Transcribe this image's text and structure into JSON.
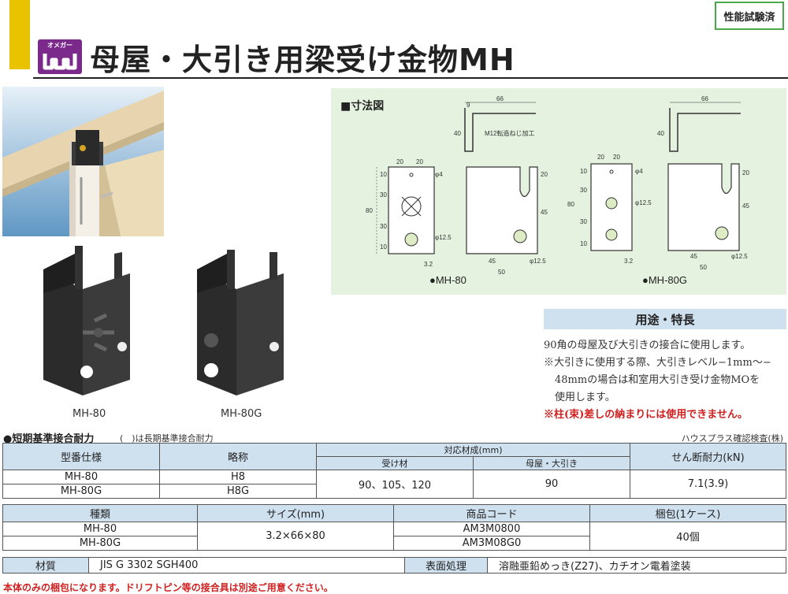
{
  "badge": "性能試験済",
  "logo": {
    "small_text": "オメガー"
  },
  "title": "母屋・大引き用梁受け金物MH",
  "products": [
    {
      "label": "MH-80"
    },
    {
      "label": "MH-80G"
    }
  ],
  "dimensions": {
    "heading": "■寸法図",
    "labels": {
      "d66": "66",
      "d9": "9",
      "d40": "40",
      "m12": "M12転造ねじ加工",
      "d20": "20",
      "phi4": "φ4",
      "d10": "10",
      "d30": "30",
      "d80": "80",
      "phi125": "φ12.5",
      "d32": "3.2",
      "d45": "45",
      "d50": "50"
    },
    "captions": [
      "●MH-80",
      "●MH-80G"
    ]
  },
  "features": {
    "heading": "用途・特長",
    "line1": "90角の母屋及び大引きの接合に使用します。",
    "line2": "※大引きに使用する際、大引きレベル−1mm〜−",
    "line3": "48mmの場合は和室用大引き受け金物MOを",
    "line4": "使用します。",
    "warning": "※柱(束)差しの納まりには使用できません。"
  },
  "strength": {
    "title": "●短期基準接合耐力",
    "note": "(　)は長期基準接合耐力",
    "source": "ハウスプラス確認検査(株)",
    "headers": {
      "model": "型番仕様",
      "abbr": "略称",
      "material_group": "対応材成(mm)",
      "receiver": "受け材",
      "beam": "母屋・大引き",
      "shear": "せん断耐力(kN)"
    },
    "rows": [
      {
        "model": "MH-80",
        "abbr": "H8"
      },
      {
        "model": "MH-80G",
        "abbr": "H8G"
      }
    ],
    "receiver_value": "90、105、120",
    "beam_value": "90",
    "shear_value": "7.1(3.9)"
  },
  "spec": {
    "headers": {
      "kind": "種類",
      "size": "サイズ(mm)",
      "code": "商品コード",
      "pack": "梱包(1ケース)"
    },
    "rows": [
      {
        "kind": "MH-80",
        "code": "AM3M0800"
      },
      {
        "kind": "MH-80G",
        "code": "AM3M08G0"
      }
    ],
    "size_value": "3.2×66×80",
    "pack_value": "40個",
    "material_label": "材質",
    "material_value": "JIS G 3302 SGH400",
    "surface_label": "表面処理",
    "surface_value": "溶融亜鉛めっき(Z27)、カチオン電着塗装"
  },
  "footnote": "本体のみの梱包になります。ドリフトピン等の接合具は別途ご用意ください。"
}
